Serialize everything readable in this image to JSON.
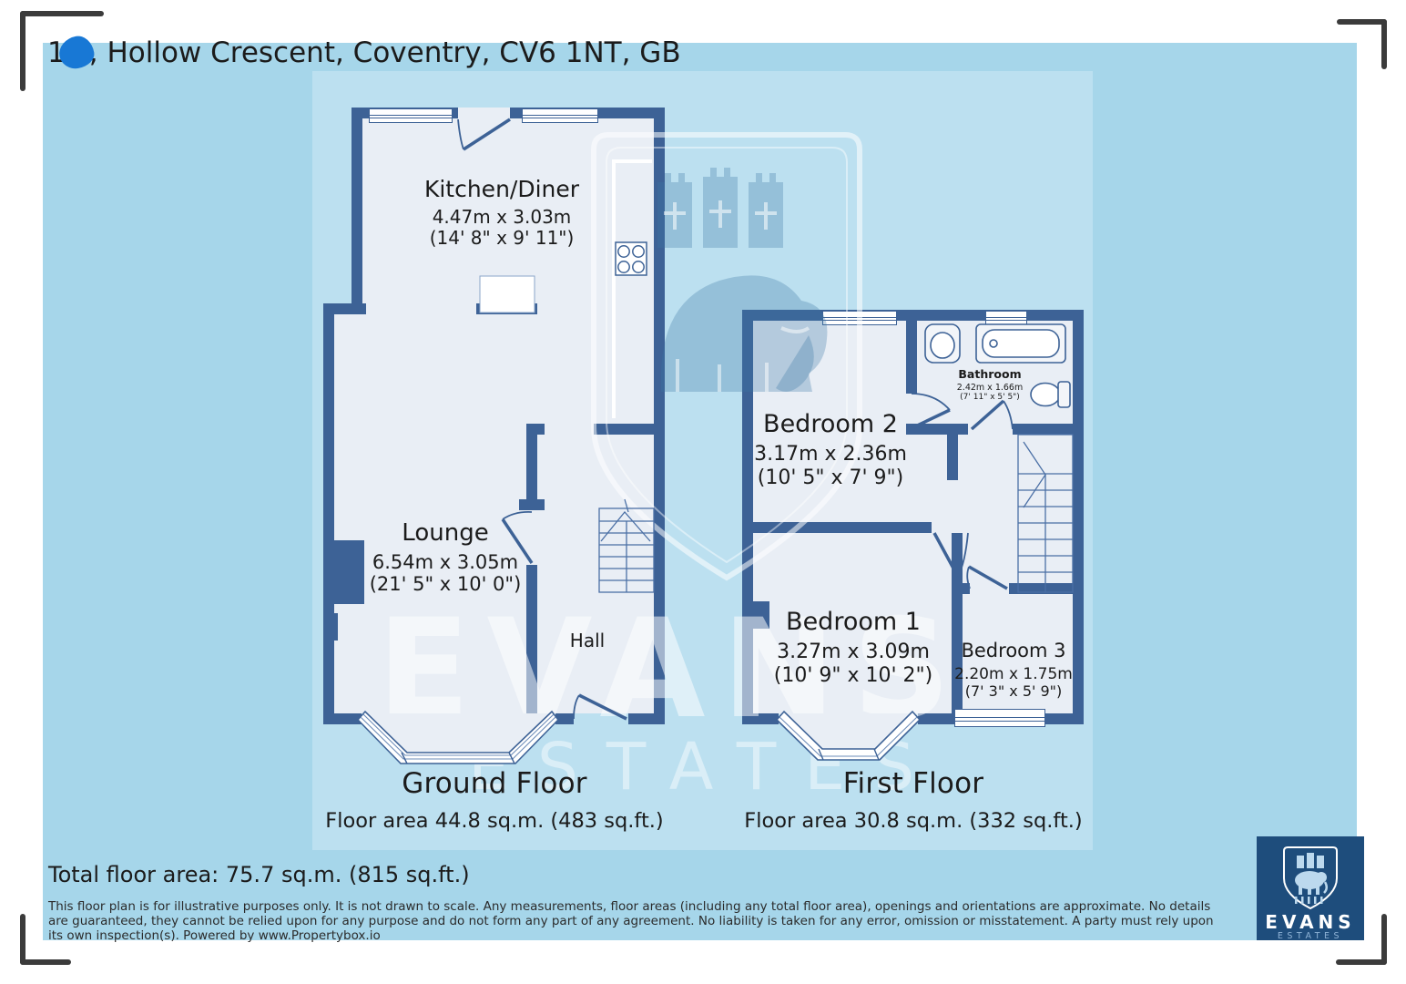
{
  "title": {
    "visible_house_number": "1",
    "address_rest": ", Hollow Crescent, Coventry, CV6 1NT, GB"
  },
  "floors": {
    "ground": {
      "caption": "Ground Floor",
      "area_caption": "Floor area 44.8 sq.m. (483 sq.ft.)",
      "rooms": {
        "kitchen": {
          "name": "Kitchen/Diner",
          "metric": "4.47m x 3.03m",
          "imperial": "(14' 8\" x 9' 11\")"
        },
        "lounge": {
          "name": "Lounge",
          "metric": "6.54m x 3.05m",
          "imperial": "(21' 5\" x 10' 0\")"
        },
        "hall": {
          "name": "Hall"
        }
      }
    },
    "first": {
      "caption": "First Floor",
      "area_caption": "Floor area 30.8 sq.m. (332 sq.ft.)",
      "rooms": {
        "bedroom2": {
          "name": "Bedroom 2",
          "metric": "3.17m x 2.36m",
          "imperial": "(10' 5\" x 7' 9\")"
        },
        "bathroom": {
          "name": "Bathroom",
          "metric": "2.42m x 1.66m",
          "imperial": "(7' 11\" x 5' 5\")"
        },
        "bedroom1": {
          "name": "Bedroom 1",
          "metric": "3.27m x 3.09m",
          "imperial": "(10' 9\" x 10' 2\")"
        },
        "bedroom3": {
          "name": "Bedroom 3",
          "metric": "2.20m x 1.75m",
          "imperial": "(7' 3\" x 5' 9\")"
        }
      }
    }
  },
  "footer": {
    "total_area": "Total floor area: 75.7 sq.m. (815 sq.ft.)",
    "disclaimer": "This floor plan is for illustrative purposes only. It is not drawn to scale. Any measurements, floor areas (including any total floor area), openings and orientations are approximate. No details are guaranteed, they cannot be relied upon for any purpose and do not form any part of any agreement. No liability is taken for any error, omission or misstatement. A party must rely upon its own inspection(s). Powered by www.Propertybox.io"
  },
  "logo": {
    "brand": "EVANS",
    "sub": "ESTATES"
  },
  "watermark": {
    "brand": "EVANS",
    "sub": "ESTATES"
  },
  "colors": {
    "wall": "#3d6296",
    "room_fill": "#e9eef5",
    "panel": "#a6d6ea",
    "plan_background": "#bce0f0",
    "logo_background": "#1e4d7c",
    "redaction_blob": "#1878d5"
  }
}
